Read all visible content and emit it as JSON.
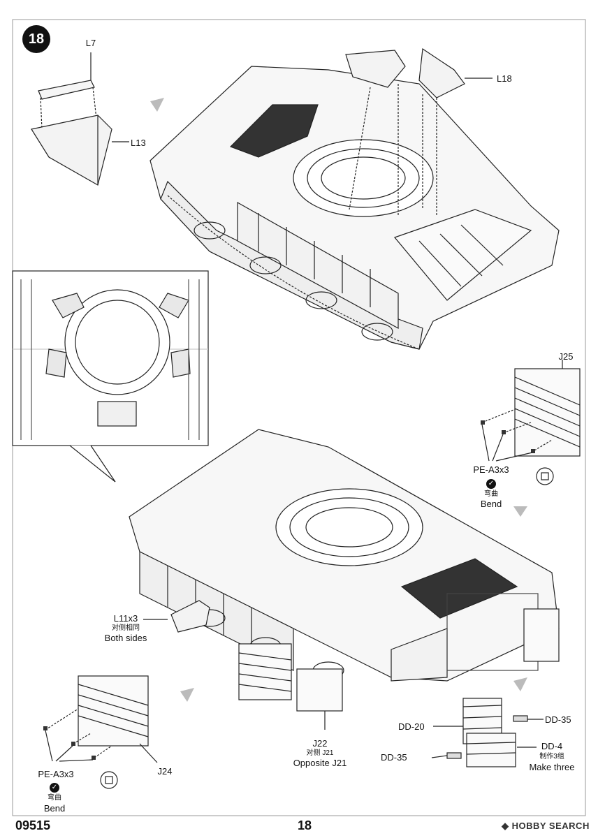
{
  "step": {
    "number": "18"
  },
  "labels": {
    "l7": "L7",
    "l13": "L13",
    "l18": "L18",
    "j25": "J25",
    "pe_right": "PE-A3x3",
    "bend_cn_right": "弯曲",
    "bend_right": "Bend",
    "l11": "L11x3",
    "l11_cn": "对侧相同",
    "l11_en": "Both sides",
    "pe_left": "PE-A3x3",
    "bend_cn_left": "弯曲",
    "bend_left": "Bend",
    "j24": "J24",
    "j22": "J22",
    "j22_cn": "对侧 J21",
    "j22_en": "Opposite J21",
    "dd20": "DD-20",
    "dd35_top": "DD-35",
    "dd35_bottom": "DD-35",
    "dd4": "DD-4",
    "dd4_cn": "制作3组",
    "dd4_en": "Make three"
  },
  "footer": {
    "code": "09515",
    "page": "18",
    "watermark": "HOBBY SEARCH"
  },
  "colors": {
    "ink": "#222222",
    "panel": "#f4f4f4",
    "dark": "#333333"
  }
}
